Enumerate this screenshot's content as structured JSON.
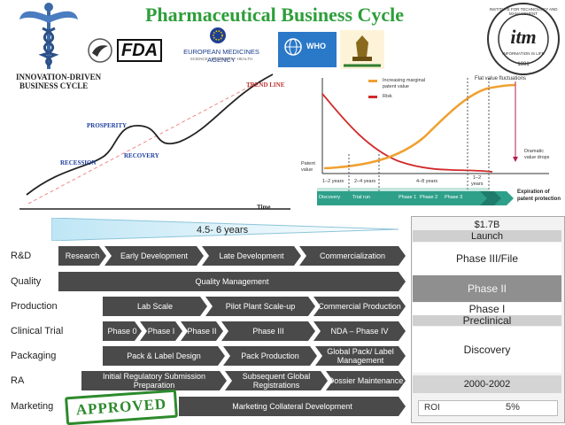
{
  "title": "Pharmaceutical Business Cycle",
  "logos": {
    "fda": "FDA",
    "ema_line1": "EUROPEAN MEDICINES AGENCY",
    "ema_line2": "SCIENCE · MEDICINES · HEALTH",
    "who": "WHO",
    "itm": "itm",
    "itm_ring": "INSTITUTE FOR TECHNOLOGY AND MANAGEMENT",
    "itm_motto": "INFORMATION IS LIFE",
    "itm_year": "1991"
  },
  "business_cycle": {
    "heading_line1": "INNOVATION-DRIVEN",
    "heading_line2": "BUSINESS CYCLE",
    "trend_line": "TREND LINE",
    "prosperity": "PROSPERITY",
    "recovery": "RECOVERY",
    "recession": "RECESSION",
    "time": "Time"
  },
  "patent_chart": {
    "legend_increasing_1": "Increasing marginal",
    "legend_increasing_2": "patent value",
    "legend_risk": "Risk",
    "flat_value": "Flat value fluctuations",
    "dramatic_1": "Dramatic",
    "dramatic_2": "value drops",
    "y_label_1": "Patent",
    "y_label_2": "value",
    "years_1": "1–2 years",
    "years_2": "2–4 years",
    "years_3": "4–8 years",
    "years_4a": "1–2",
    "years_4b": "years",
    "phase_discovery": "Discovery",
    "phase_trial": "Trial run",
    "phase_1": "Phase 1",
    "phase_2": "Phase 2",
    "phase_3": "Phase 3",
    "expiration_1": "Expiration of",
    "expiration_2": "patent protection"
  },
  "duration_arrow": "4.5- 6 years",
  "rows": {
    "rnd": {
      "label": "R&D",
      "bars": [
        "Research",
        "Early Development",
        "Late Development",
        "Commercialization"
      ]
    },
    "quality": {
      "label": "Quality",
      "bars": [
        "Quality Management"
      ]
    },
    "production": {
      "label": "Production",
      "bars": [
        "Lab Scale",
        "Pilot Plant Scale-up",
        "Commercial Production"
      ]
    },
    "clinical": {
      "label": "Clinical Trial",
      "bars": [
        "Phase 0",
        "Phase I",
        "Phase II",
        "Phase III",
        "NDA – Phase IV"
      ]
    },
    "packaging": {
      "label": "Packaging",
      "bars": [
        "Pack & Label Design",
        "Pack Production",
        "Global Pack/ Label Management"
      ]
    },
    "ra": {
      "label": "RA",
      "bars": [
        "Initial Regulatory Submission Preparation",
        "Subsequent Global Registrations",
        "Dossier Maintenance"
      ]
    },
    "marketing": {
      "label": "Marketing",
      "stamp": "APPROVED",
      "bars": [
        "Marketing Collateral Development"
      ]
    }
  },
  "right_panel": {
    "cost": "$1.7B",
    "launch": "Launch",
    "phase3": "Phase III/File",
    "phase2": "Phase II",
    "phase1": "Phase I",
    "preclinical": "Preclinical",
    "discovery": "Discovery",
    "years": "2000-2002",
    "roi_label": "ROI",
    "roi_value": "5%"
  }
}
